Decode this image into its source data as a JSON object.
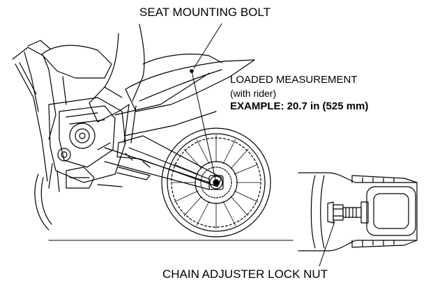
{
  "labels": {
    "seat_bolt": "SEAT MOUNTING BOLT",
    "loaded_measurement": "LOADED MEASUREMENT",
    "with_rider": "(with rider)",
    "example": "EXAMPLE: 20.7 in (525 mm)",
    "chain_adjuster": "CHAIN ADJUSTER LOCK NUT"
  },
  "icons": {
    "motorcycle": "motorcycle-rear-drawing",
    "detail": "chain-adjuster-detail-drawing"
  },
  "colors": {
    "line": "#000000",
    "background": "#ffffff"
  }
}
